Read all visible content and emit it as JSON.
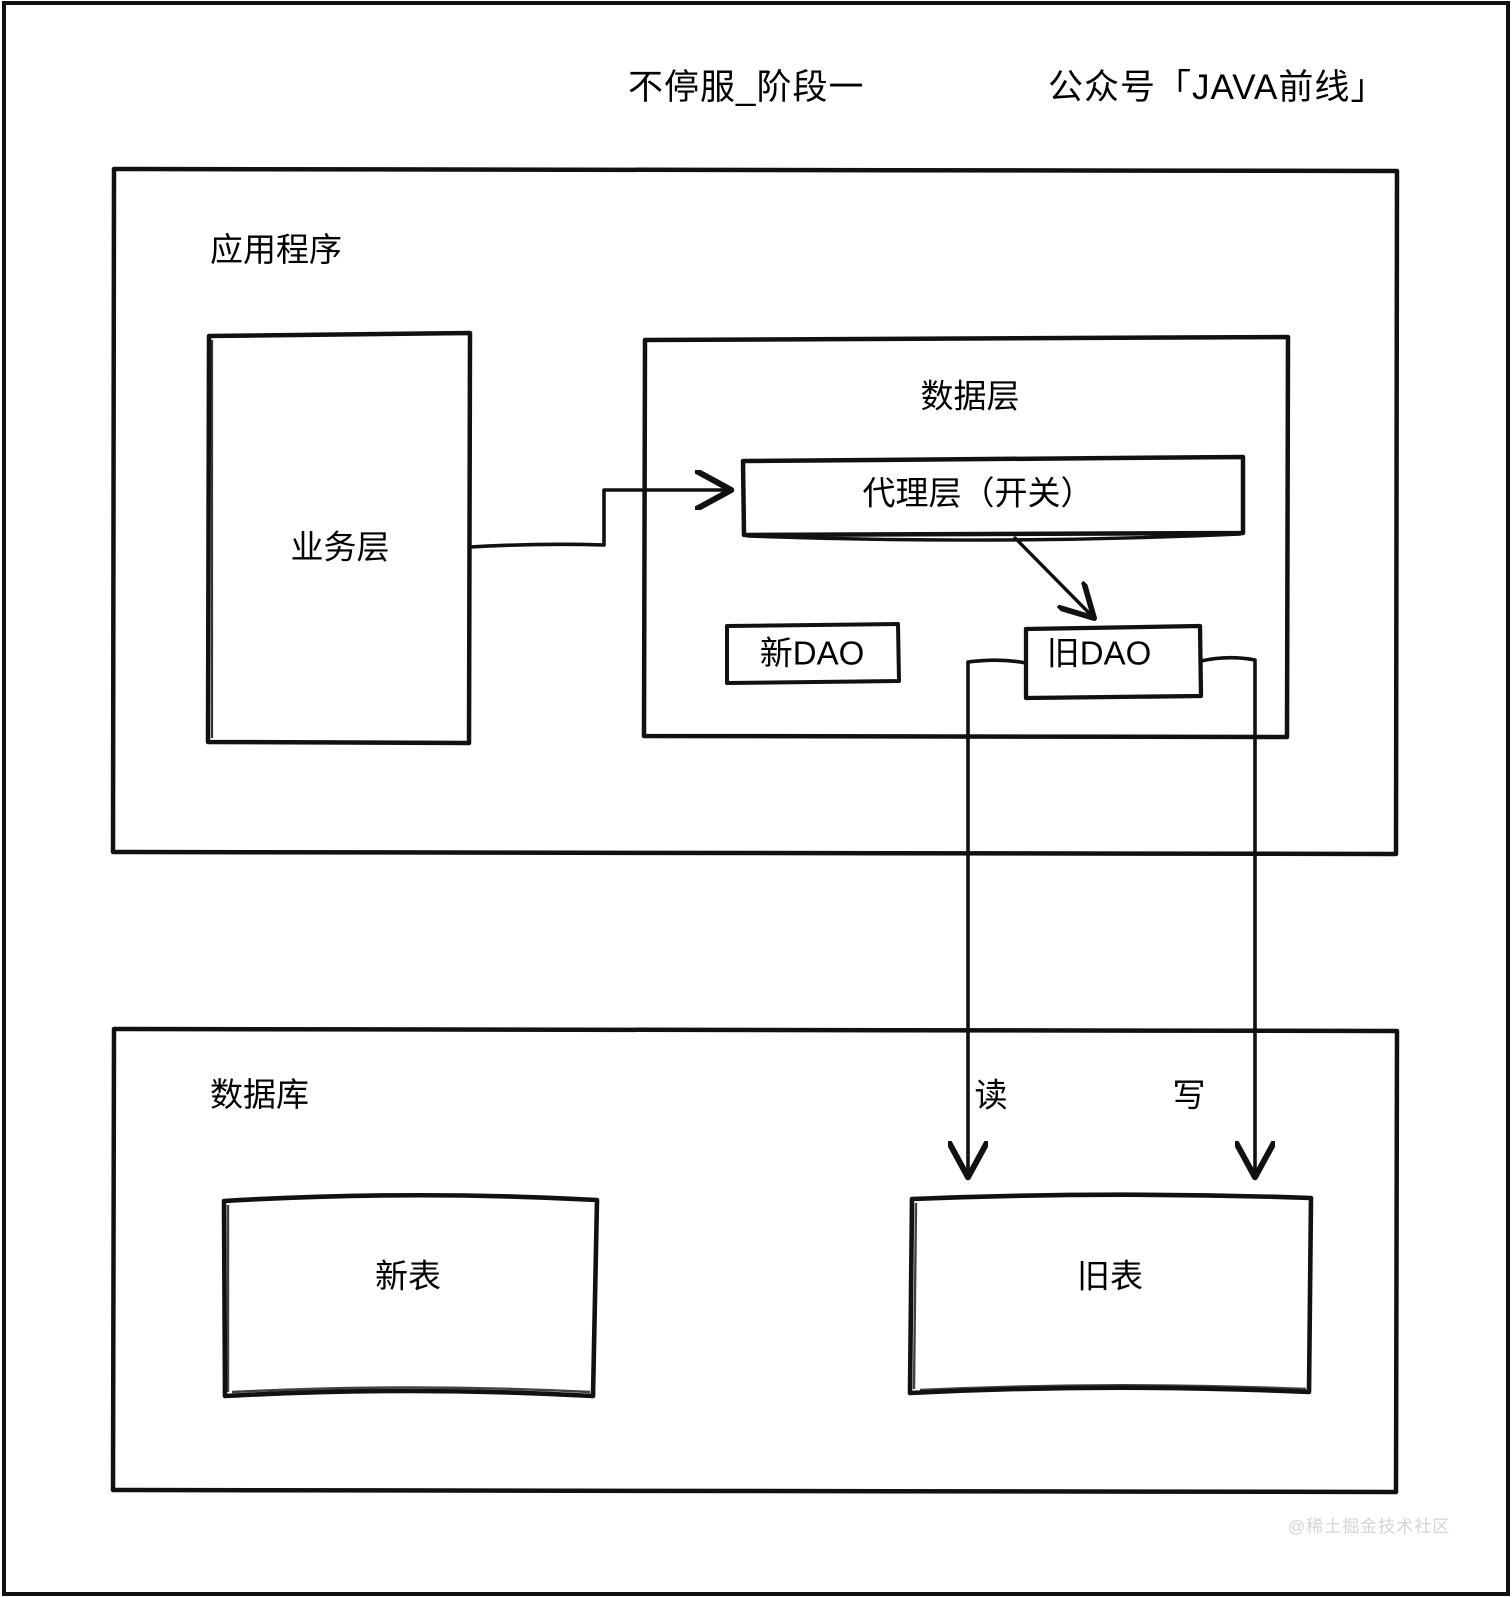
{
  "header": {
    "title_left": "不停服_阶段一",
    "title_right": "公众号「JAVA前线」"
  },
  "application": {
    "label": "应用程序",
    "business_layer": {
      "label": "业务层"
    },
    "data_layer": {
      "label": "数据层",
      "proxy_layer": {
        "label": "代理层（开关）"
      },
      "new_dao": {
        "label": "新DAO"
      },
      "old_dao": {
        "label": "旧DAO"
      }
    }
  },
  "database": {
    "label": "数据库",
    "new_table": {
      "label": "新表"
    },
    "old_table": {
      "label": "旧表"
    }
  },
  "edges": {
    "read_label": "读",
    "write_label": "写"
  },
  "watermark": {
    "text": "@稀土掘金技术社区"
  },
  "colors": {
    "stroke": "#111111",
    "background": "#ffffff",
    "watermark": "#d4d4d4"
  },
  "chart_data": {
    "type": "diagram",
    "title": "不停服_阶段一",
    "nodes": [
      {
        "id": "app",
        "label": "应用程序",
        "kind": "container"
      },
      {
        "id": "business",
        "label": "业务层",
        "kind": "box"
      },
      {
        "id": "datalayer",
        "label": "数据层",
        "kind": "container"
      },
      {
        "id": "proxy",
        "label": "代理层（开关）",
        "kind": "box"
      },
      {
        "id": "newdao",
        "label": "新DAO",
        "kind": "box"
      },
      {
        "id": "olddao",
        "label": "旧DAO",
        "kind": "box"
      },
      {
        "id": "db",
        "label": "数据库",
        "kind": "container"
      },
      {
        "id": "newtable",
        "label": "新表",
        "kind": "box"
      },
      {
        "id": "oldtable",
        "label": "旧表",
        "kind": "box"
      }
    ],
    "edges": [
      {
        "from": "business",
        "to": "proxy",
        "label": "",
        "arrow": true
      },
      {
        "from": "proxy",
        "to": "olddao",
        "label": "",
        "arrow": true
      },
      {
        "from": "olddao",
        "to": "oldtable",
        "label": "读",
        "arrow": true
      },
      {
        "from": "olddao",
        "to": "oldtable",
        "label": "写",
        "arrow": true
      }
    ]
  }
}
